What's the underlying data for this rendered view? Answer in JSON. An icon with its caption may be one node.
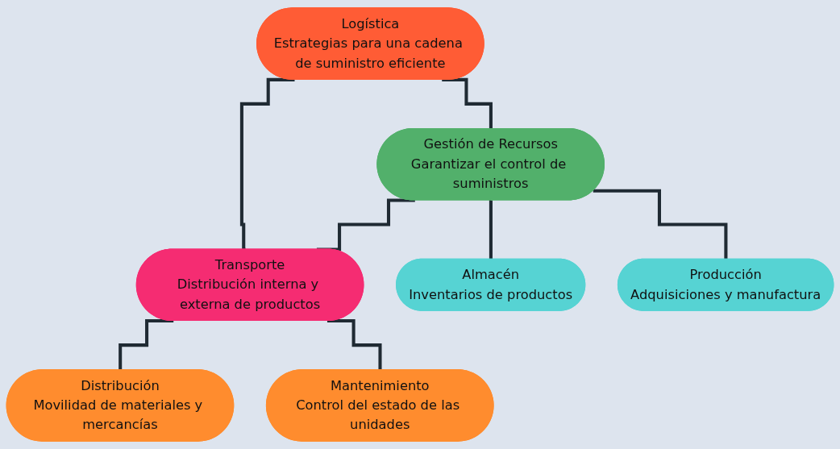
{
  "diagram": {
    "nodes": [
      {
        "text": [
          "Logística",
          "Estrategias para una cadena de suministro eficiente"
        ]
      },
      {
        "text": [
          "Gestión de Recursos",
          "Garantizar el control de suministros"
        ]
      },
      {
        "text": [
          "Transporte",
          "Distribución interna y externa de productos"
        ]
      },
      {
        "text": [
          "Almacén",
          "Inventarios de productos"
        ]
      },
      {
        "text": [
          "Producción",
          "Adquisiciones y manufactura"
        ]
      },
      {
        "text": [
          "Distribución",
          "Movilidad de materiales y mercancías"
        ]
      },
      {
        "text": [
          "Mantenimiento",
          "Control del estado de las unidades"
        ]
      }
    ],
    "edges": [
      {
        "from": 0,
        "to": 1,
        "arrow": "none"
      },
      {
        "from": 0,
        "to": 2,
        "arrow": "none"
      },
      {
        "from": 1,
        "to": 2,
        "arrow": "none"
      },
      {
        "from": 1,
        "to": 3,
        "arrow": "none"
      },
      {
        "from": 1,
        "to": 4,
        "arrow": "none"
      },
      {
        "from": 2,
        "to": 5,
        "arrow": "none"
      },
      {
        "from": 2,
        "to": 6,
        "arrow": "none"
      }
    ]
  }
}
